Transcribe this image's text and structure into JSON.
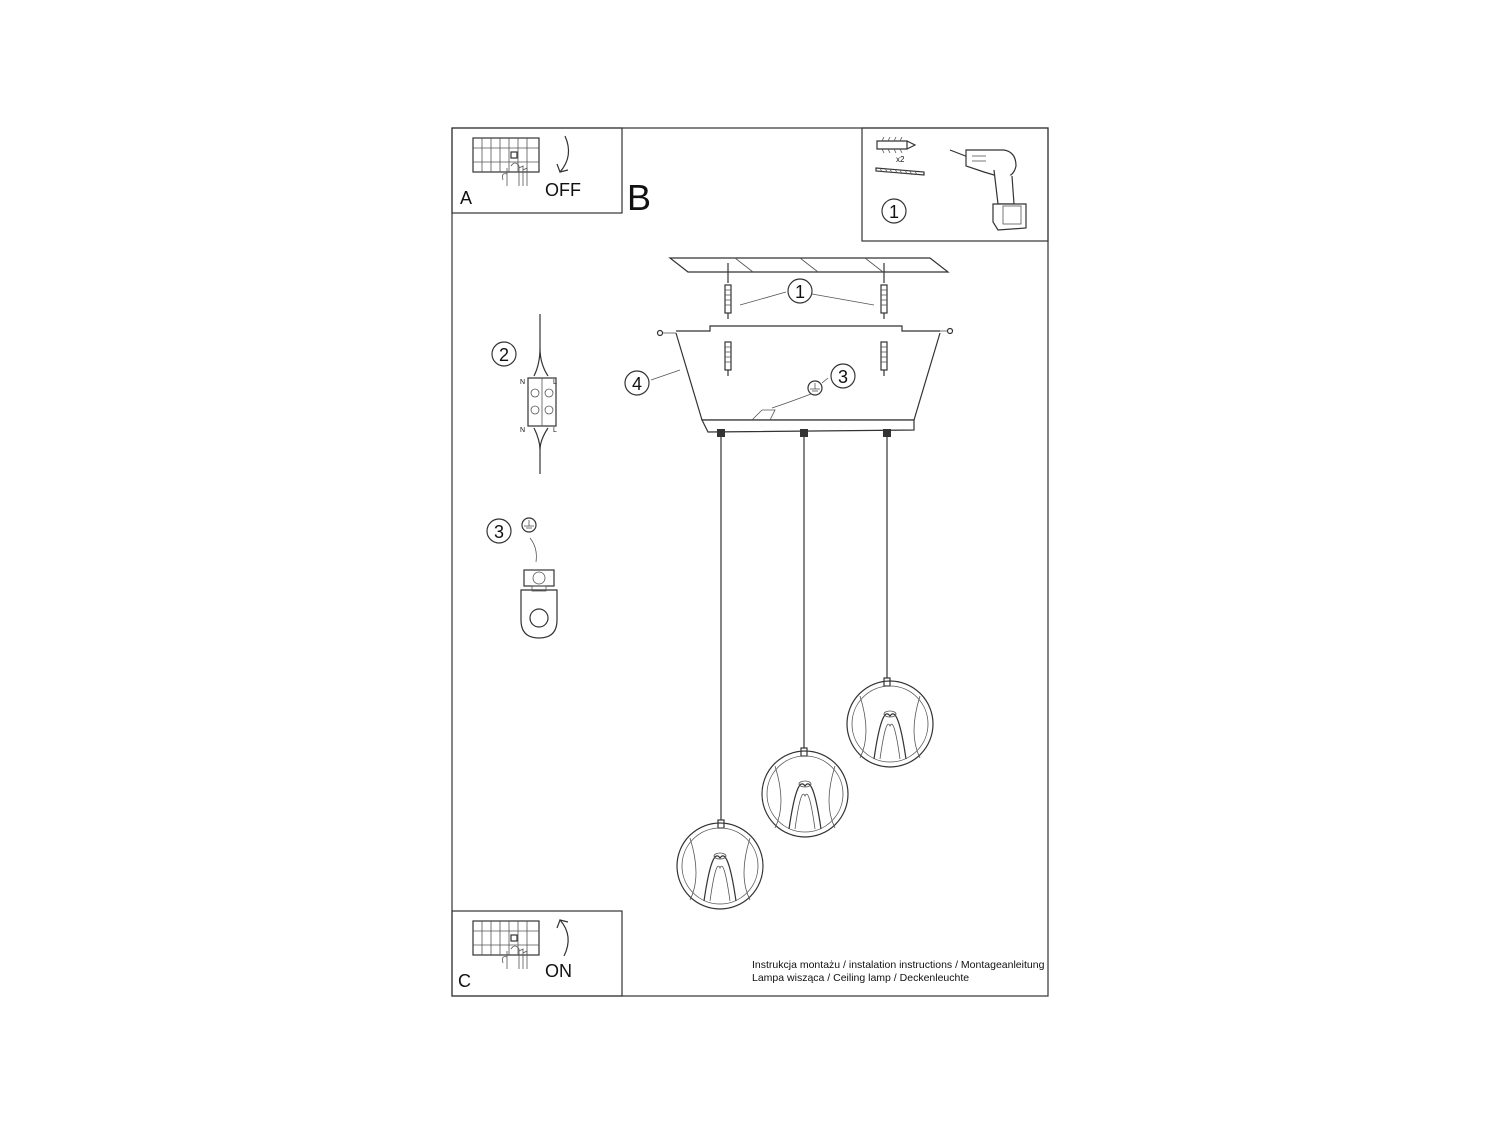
{
  "panels": {
    "a": {
      "label": "A",
      "action": "OFF"
    },
    "b": {
      "label": "B"
    },
    "c": {
      "label": "C",
      "action": "ON"
    }
  },
  "tools": {
    "quantity": "x2",
    "callout": "1"
  },
  "callouts": {
    "anchors": "1",
    "connector": "2",
    "earth_detail": "3",
    "earth_main": "3",
    "bracket": "4"
  },
  "terminal_labels": {
    "neutral": "N",
    "live": "L"
  },
  "footer": {
    "line1": "Instrukcja montażu / instalation instructions / Montageanleitung",
    "line2": "Lampa wisząca / Ceiling lamp / Deckenleuchte"
  }
}
